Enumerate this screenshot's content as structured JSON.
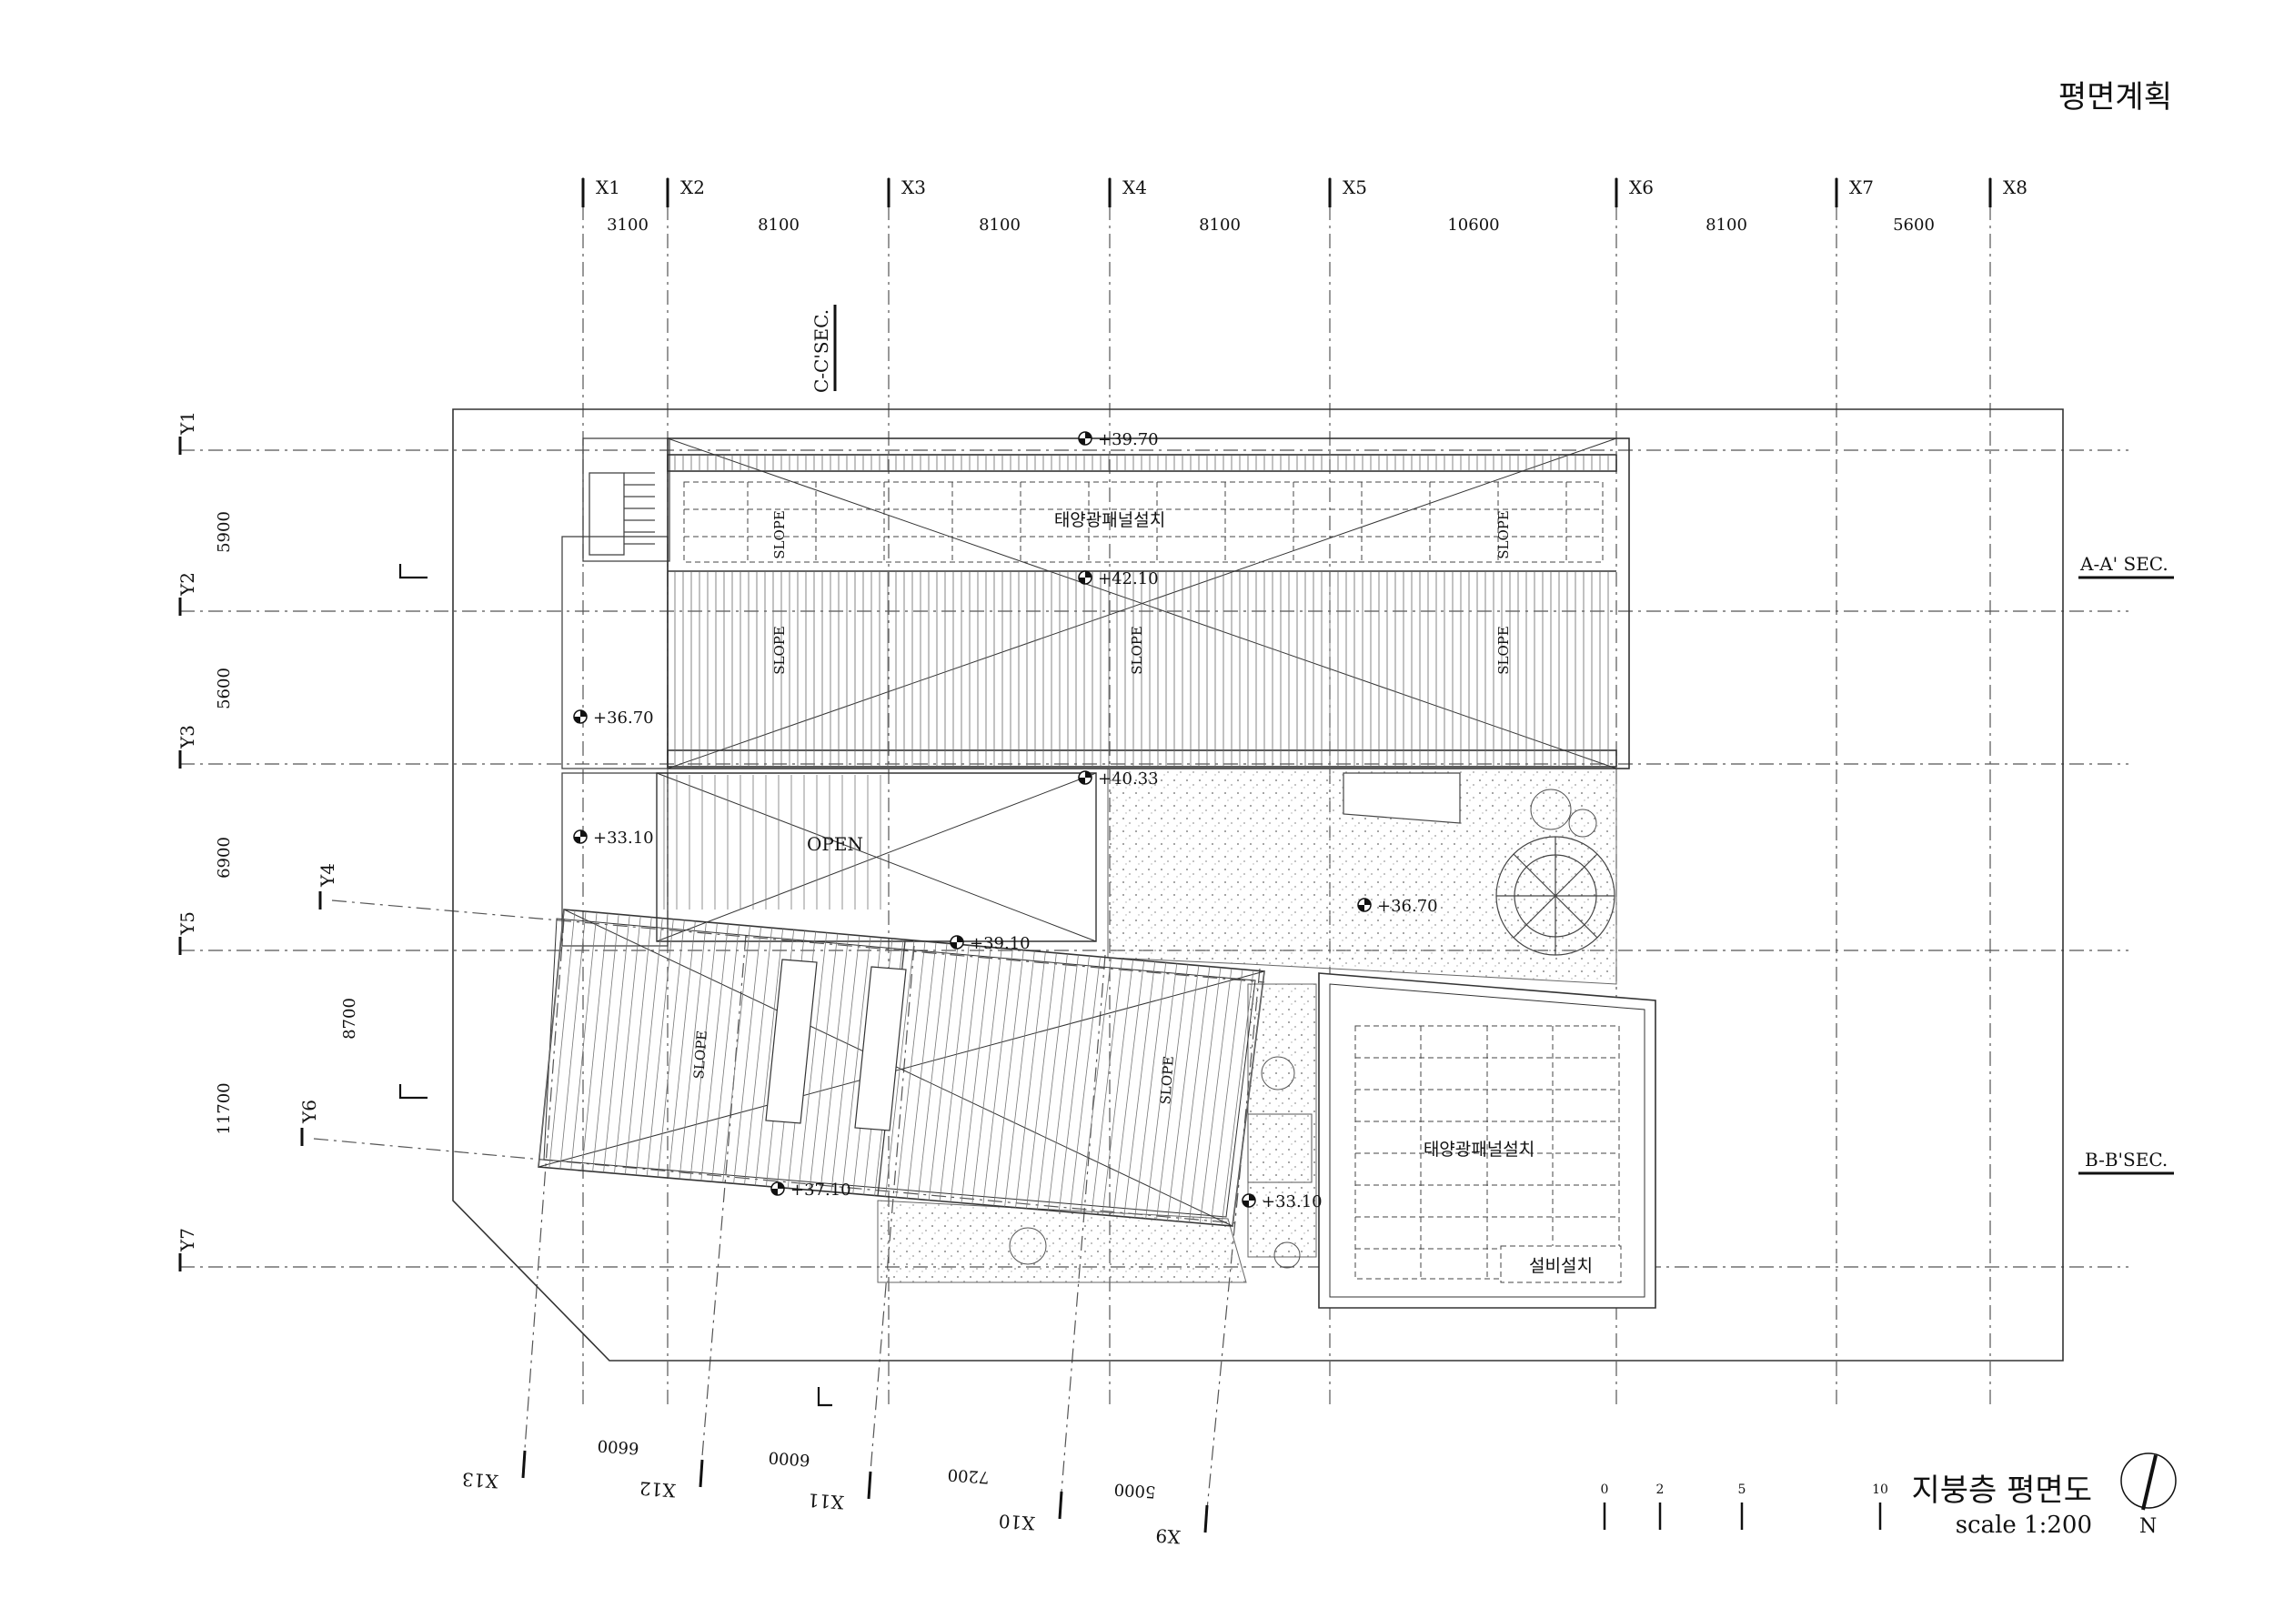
{
  "sheet": {
    "title": "평면계획",
    "drawing_title": "지붕층 평면도",
    "scale_text": "scale 1:200",
    "north_label": "N",
    "scale_bar_ticks": [
      "0",
      "2",
      "5",
      "10"
    ]
  },
  "grid_x": {
    "labels": [
      "X1",
      "X2",
      "X3",
      "X4",
      "X5",
      "X6",
      "X7",
      "X8"
    ],
    "dims": [
      "3100",
      "8100",
      "8100",
      "8100",
      "10600",
      "8100",
      "5600"
    ]
  },
  "grid_y": {
    "labels": [
      "Y1",
      "Y2",
      "Y3",
      "Y5",
      "Y7"
    ],
    "dims": [
      "5900",
      "5600",
      "6900",
      "11700"
    ],
    "skew_labels": [
      "Y4",
      "Y6"
    ],
    "skew_dim": "8700"
  },
  "grid_skew_x": {
    "labels": [
      "X13",
      "X12",
      "X11",
      "X10",
      "X9"
    ],
    "dims": [
      "6600",
      "6000",
      "7200",
      "5000"
    ]
  },
  "sections": {
    "cc": "C-C'SEC.",
    "aa": "A-A' SEC.",
    "bb": "B-B'SEC."
  },
  "levels": [
    "+39.70",
    "+42.10",
    "+36.70",
    "+40.33",
    "+33.10",
    "+36.70",
    "+39.10",
    "+37.10",
    "+33.10"
  ],
  "annotations": {
    "solar_top": "태양광패널설치",
    "solar_right": "태양광패널설치",
    "equipment": "설비설치",
    "open": "OPEN",
    "slope": "SLOPE"
  }
}
